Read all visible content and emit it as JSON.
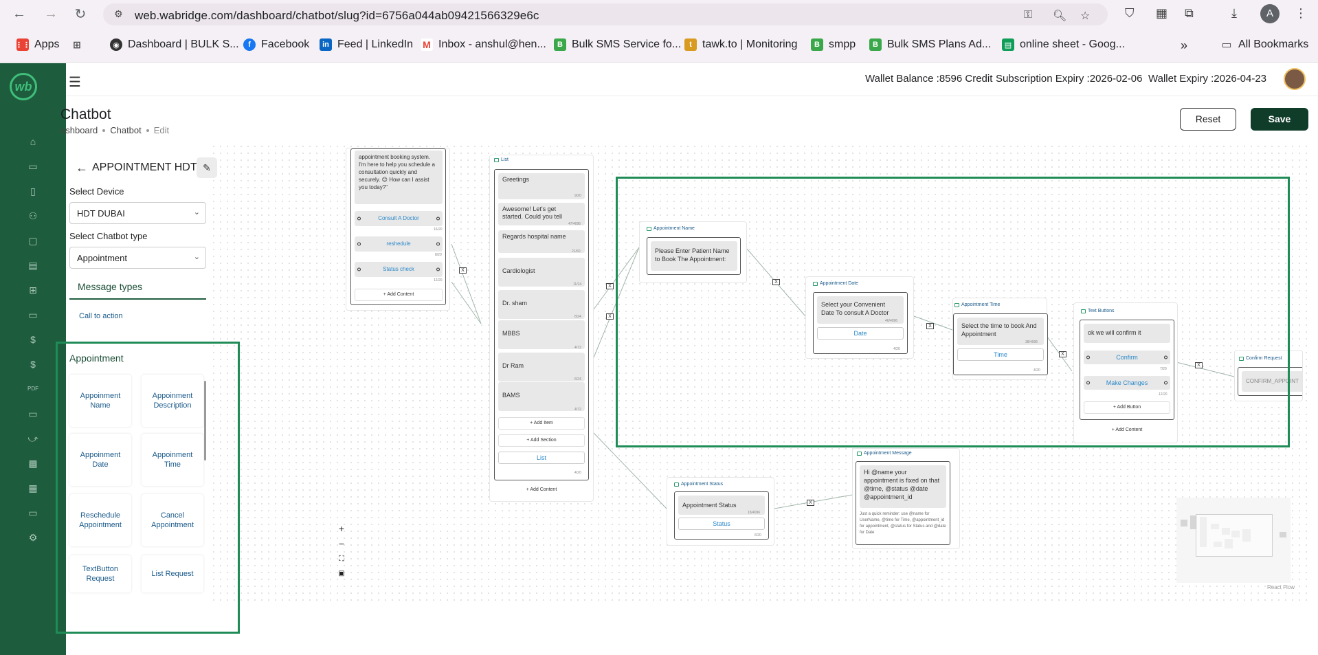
{
  "browser": {
    "url": "web.wabridge.com/dashboard/chatbot/slug?id=6756a044ab09421566329e6c",
    "profile_initial": "A",
    "bookmarks": [
      {
        "label": "Apps"
      },
      {
        "label": "Dashboard | BULK S..."
      },
      {
        "label": "Facebook"
      },
      {
        "label": "Feed | LinkedIn"
      },
      {
        "label": "Inbox - anshul@hen..."
      },
      {
        "label": "Bulk SMS Service fo..."
      },
      {
        "label": "tawk.to | Monitoring"
      },
      {
        "label": "smpp"
      },
      {
        "label": "Bulk SMS Plans Ad..."
      },
      {
        "label": "online sheet - Goog..."
      },
      {
        "label": "All Bookmarks"
      }
    ]
  },
  "header": {
    "wallet_balance": "Wallet Balance :8596 Credit",
    "subscription_expiry": "Subscription Expiry :2026-02-06",
    "wallet_expiry": "Wallet Expiry :2026-04-23"
  },
  "page": {
    "title": "Chatbot",
    "breadcrumb": [
      "ashboard",
      "Chatbot",
      "Edit"
    ],
    "reset_label": "Reset",
    "save_label": "Save"
  },
  "panel": {
    "bot_name": "APPOINTMENT HDT",
    "device_label": "Select Device",
    "device_value": "HDT DUBAI",
    "type_label": "Select Chatbot type",
    "type_value": "Appointment",
    "tab_label": "Message types",
    "call_to_action": "Call to action",
    "section_title": "Appointment",
    "cards": [
      "Appoinment Name",
      "Appoinment Description",
      "Appoinment Date",
      "Appoinment Time",
      "Reschedule Appointment",
      "Cancel Appointment",
      "TextButton Request",
      "List Request"
    ]
  },
  "nodes": {
    "first": {
      "text": "appointment booking system. I'm here to help you schedule a consultation quickly and securely. 😊 How can I assist you today?\"",
      "buttons": [
        "Consult A Doctor",
        "reshedule",
        "Status check"
      ],
      "counts": [
        "16/20",
        "8/20",
        "12/20"
      ],
      "add_content": "+ Add Content"
    },
    "list": {
      "title": "List",
      "items": [
        "Greetings",
        "Awesome! Let's get started. Could you tell",
        "Regards hospital name",
        "Cardiologist",
        "Dr. sham",
        "MBBS",
        "Dr Ram",
        "BAMS"
      ],
      "counts": [
        "9/20",
        "47/4096",
        "21/60",
        "11/24",
        "8/24",
        "4/72",
        "6/24",
        "4/72"
      ],
      "add_item": "+ Add Item",
      "add_section": "+ Add Section",
      "button": "List",
      "button_count": "4/20",
      "add_content": "+ Add Content"
    },
    "appointment_name": {
      "title": "Appointment Name",
      "text": "Please Enter Patient Name to Book The Appointment:"
    },
    "appointment_date": {
      "title": "Appointment Date",
      "text": "Select your Convenient Date To consult A Doctor",
      "count": "46/4096",
      "button": "Date",
      "button_count": "4/20"
    },
    "appointment_time": {
      "title": "Appointment Time",
      "text": "Select the time to book And Appointment",
      "count": "38/4096",
      "button": "Time",
      "button_count": "4/20"
    },
    "text_buttons": {
      "title": "Text Buttons",
      "text": "ok we will confirm it",
      "buttons": [
        "Confirm",
        "Make Changes"
      ],
      "counts": [
        "7/20",
        "12/20"
      ],
      "add_button": "+ Add Button",
      "add_content": "+ Add Content"
    },
    "confirm_request": {
      "title": "Confirm Request",
      "text": "CONFIRM_APPOINT"
    },
    "appointment_status": {
      "title": "Appointment Status",
      "text": "Appointment Status",
      "count": "18/4096",
      "button": "Status",
      "button_count": "6/20"
    },
    "appointment_message": {
      "title": "Appointment Message",
      "text": "Hi @name your appointment is fixed on that @time, @status @date @appointment_id",
      "hint": "Just a quick reminder: use @name for UserName, @time for Time, @appointment_id for appointment, @status for Status and @date for Date"
    }
  },
  "canvas": {
    "edge_marker": "X",
    "watermark": "React Flow"
  },
  "colors": {
    "sidebar": "#1e5c3e",
    "accent": "#1f8c57",
    "save": "#103c2a"
  }
}
